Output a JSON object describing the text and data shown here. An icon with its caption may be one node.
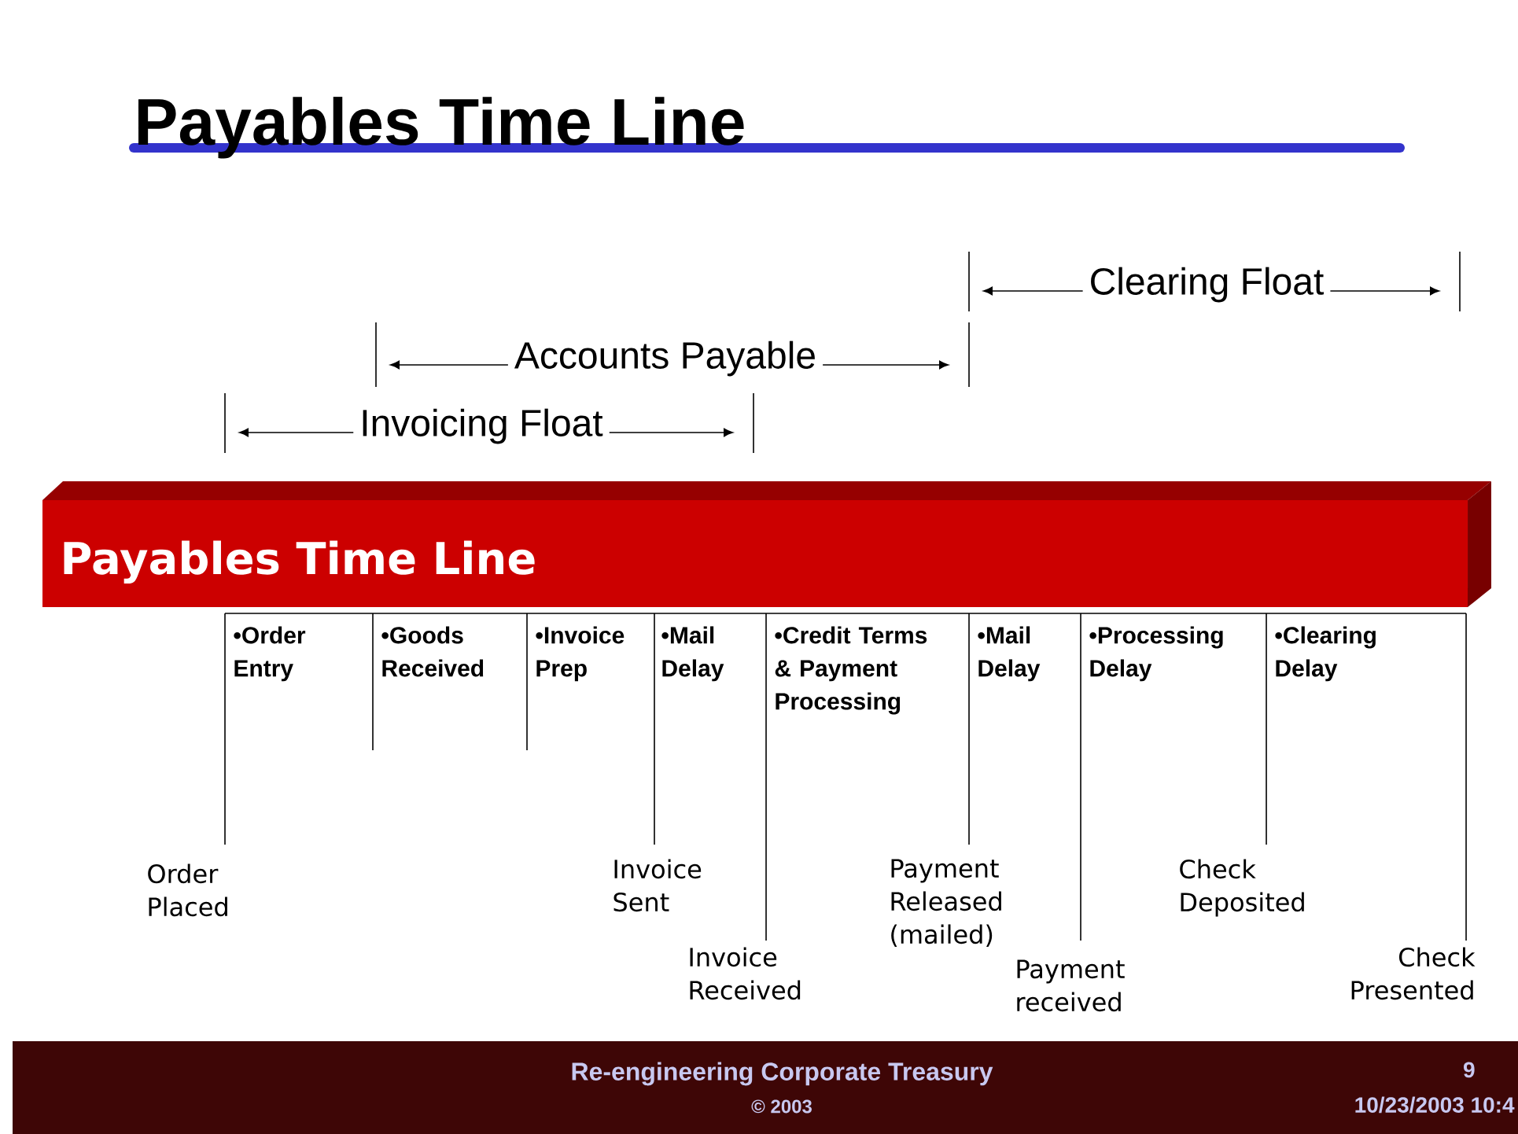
{
  "diagram": {
    "title": "Payables Time Line",
    "labels": [
      "Clearing Float",
      "Accounts Payable",
      "Invoicing Float",
      "Payables Time Line",
      "•Order Entry",
      "•Goods Received",
      "•Invoice Prep",
      "•Mail Delay",
      "•Credit Terms & Payment Processing",
      "•Mail Delay",
      "•Processing Delay",
      "•Clearing Delay",
      "Order Placed",
      "Invoice Sent",
      "Payment Released (mailed)",
      "Check Deposited",
      "Invoice Received",
      "Payment received",
      "Check Presented",
      "Re-engineering Corporate Treasury",
      "9",
      "© 2003",
      "10/23/2003 10:4"
    ]
  }
}
